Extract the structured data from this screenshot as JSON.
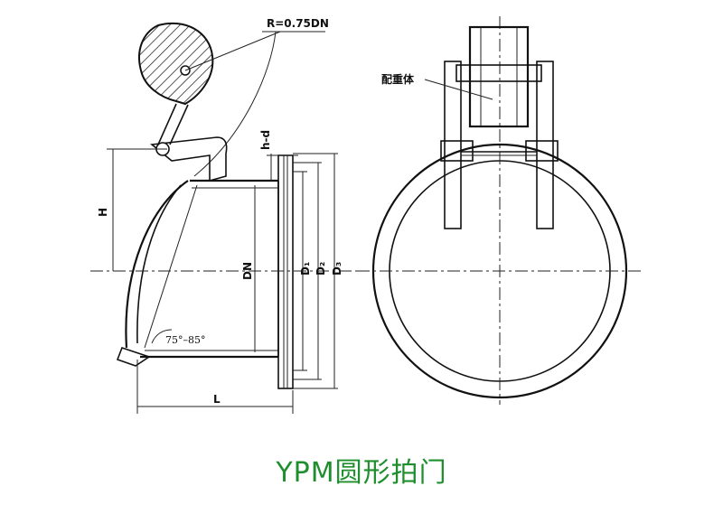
{
  "labels": {
    "radius": "R=0.75DN",
    "counterweight": "配重体",
    "h_minus_d": "h-d",
    "height": "H",
    "diameter": "DN",
    "d1": "D₁",
    "d2": "D₂",
    "d3": "D₃",
    "angle": "75°–85°",
    "length": "L"
  },
  "caption": "YPM圆形拍门",
  "colors": {
    "caption": "#1f8f2e",
    "line": "#111111"
  }
}
